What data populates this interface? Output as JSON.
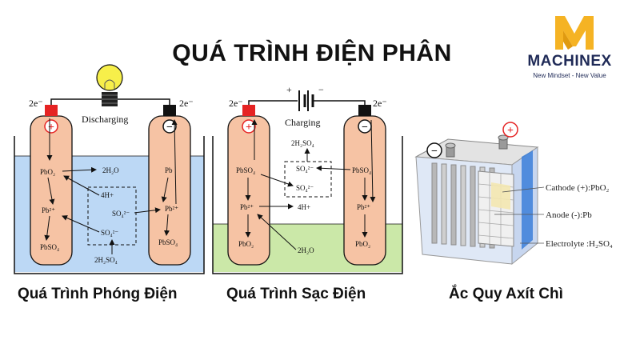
{
  "title": "QUÁ TRÌNH ĐIỆN PHÂN",
  "brand": {
    "name": "MACHINEX",
    "slogan": "New Mindset - New Value",
    "accent_color": "#f5b324",
    "text_color": "#1f2a57"
  },
  "discharge": {
    "caption": "Quá Trình Phóng Điện",
    "label": "Discharging",
    "electron_left": "2e⁻",
    "electron_right": "2e⁻",
    "plus_sign": "+",
    "minus_sign": "−",
    "left_electrode": {
      "pbo2": "PbO₂",
      "pb2": "Pb²⁺",
      "pbso4": "PbSO₄"
    },
    "right_electrode": {
      "pb": "Pb",
      "pb2": "Pb²⁺",
      "pbso4": "PbSO₄"
    },
    "solution": {
      "h2o": "2H₂O",
      "h": "4H+",
      "so4a": "SO₄²⁻",
      "so4b": "SO₄²⁻",
      "h2so4": "2H₂SO₄"
    },
    "electrolyte_color": "#bcd8f5"
  },
  "charge": {
    "caption": "Quá Trình Sạc Điện",
    "label": "Charging",
    "battery_plus": "+",
    "battery_minus": "−",
    "electron_left": "2e⁻",
    "electron_right": "2e⁻",
    "plus_sign": "+",
    "minus_sign": "−",
    "left_electrode": {
      "pbso4": "PbSO₄",
      "pb2": "Pb²⁺",
      "pbo2": "PbO₂"
    },
    "right_electrode": {
      "pbso4": "PbSO₄",
      "pb2": "Pb²⁺",
      "pbo2": "PbO₂"
    },
    "solution": {
      "h2so4": "2H₂SO₄",
      "so4a": "SO₄²⁻",
      "so4b": "SO₄²⁻",
      "h": "4H+",
      "h2o": "2H₂O"
    },
    "electrolyte_color": "#cbe8a8"
  },
  "battery": {
    "caption": "Ắc Quy Axít Chì",
    "plus_sign": "+",
    "minus_sign": "−",
    "cathode": "Cathode (+):PbO₂",
    "anode": "Anode (-):Pb",
    "electrolyte": "Electrolyte :H₂SO₄"
  },
  "electrode_color": "#f6c3a4",
  "terminal_positive_color": "#e52323",
  "terminal_negative_color": "#111111"
}
